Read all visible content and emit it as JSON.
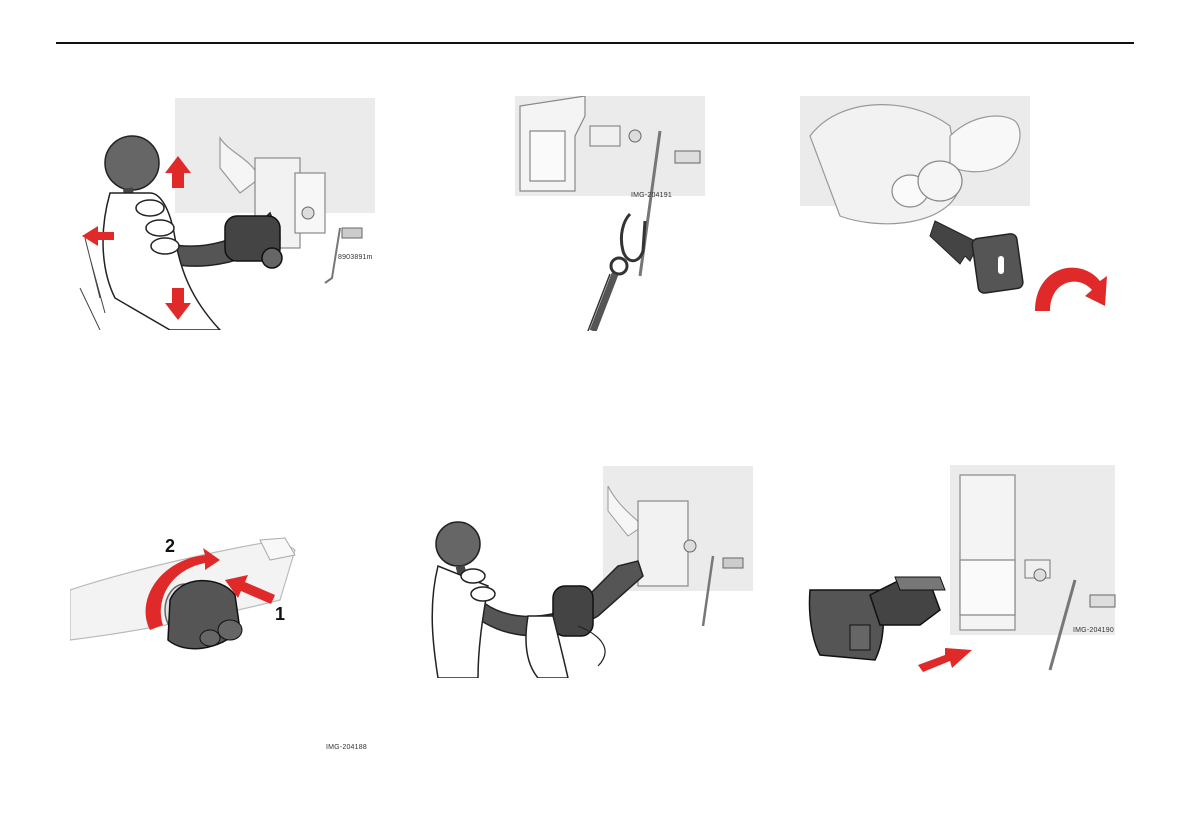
{
  "figures": [
    {
      "code": ""
    },
    {
      "code": "IMG-204191"
    },
    {
      "code": ""
    },
    {
      "code": "",
      "step_labels": [
        "2",
        "1"
      ]
    },
    {
      "code": ""
    },
    {
      "code": "IMG-204190"
    }
  ],
  "fig1_label": "8903891m",
  "footer_code": "IMG-204188",
  "colors": {
    "arrow": "#e02a2a",
    "metal_dark": "#4a4a4a",
    "line": "#555555",
    "bg_panel": "#e8e8e8"
  }
}
